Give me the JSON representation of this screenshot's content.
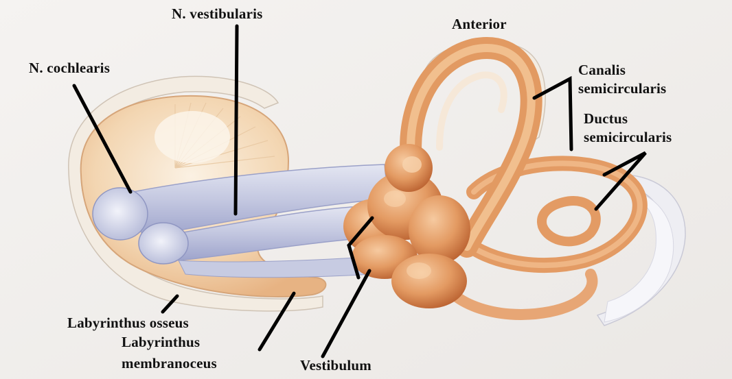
{
  "labels": {
    "n_vestibularis": "N. vestibularis",
    "anterior": "Anterior",
    "n_cochlearis": "N. cochlearis",
    "canalis_line1": "Canalis",
    "canalis_line2": "semicircularis",
    "ductus_line1": "Ductus",
    "ductus_line2": "semicircularis",
    "labyrinthus_osseus": "Labyrinthus osseus",
    "labyrinthus_membranoceus_line1": "Labyrinthus",
    "labyrinthus_membranoceus_line2": "membranoceus",
    "vestibulum": "Vestibulum"
  },
  "colors": {
    "background": "#f2f0ee",
    "bone": "#f4ead9",
    "membrane": "#e8a06a",
    "membrane_light": "#f3c79d",
    "membrane_dark": "#c56a38",
    "nerve": "#c9cde3",
    "nerve_dark": "#8f96c2",
    "leader": "#000000"
  }
}
